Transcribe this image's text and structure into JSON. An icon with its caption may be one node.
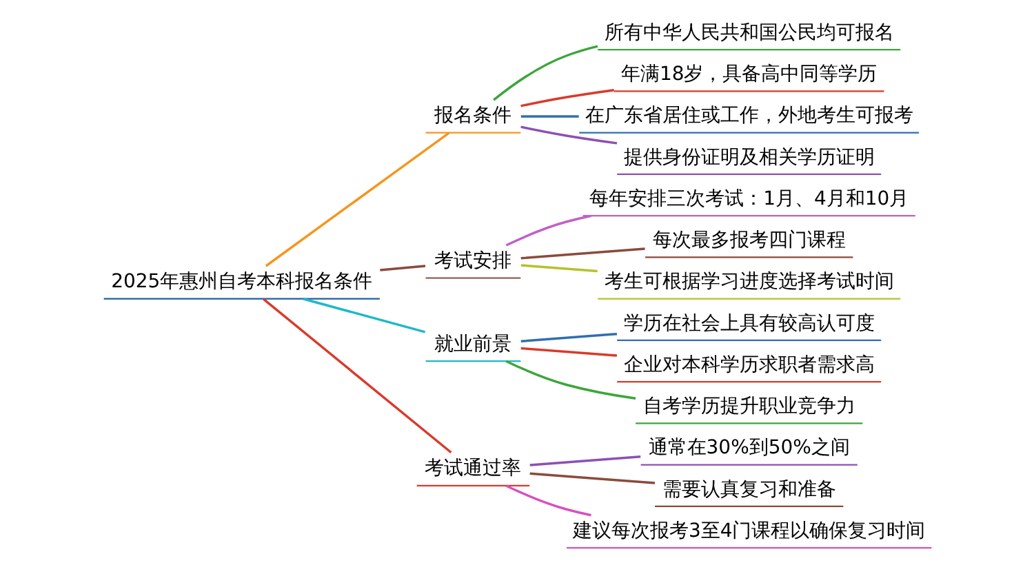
{
  "diagram": {
    "nodes": [
      {
        "text": [
          "2025年惠州自考本科报名条件"
        ]
      },
      {
        "text": [
          "报名条件"
        ]
      },
      {
        "text": [
          "所有中华人民共和国公民均可报名"
        ]
      },
      {
        "text": [
          "年满18岁，具备高中同等学历"
        ]
      },
      {
        "text": [
          "在广东省居住或工作，外地考生可报考"
        ]
      },
      {
        "text": [
          "提供身份证明及相关学历证明"
        ]
      },
      {
        "text": [
          "考试安排"
        ]
      },
      {
        "text": [
          "每年安排三次考试：1月、4月和10月"
        ]
      },
      {
        "text": [
          "每次最多报考四门课程"
        ]
      },
      {
        "text": [
          "考生可根据学习进度选择考试时间"
        ]
      },
      {
        "text": [
          "就业前景"
        ]
      },
      {
        "text": [
          "学历在社会上具有较高认可度"
        ]
      },
      {
        "text": [
          "企业对本科学历求职者需求高"
        ]
      },
      {
        "text": [
          "自考学历提升职业竞争力"
        ]
      },
      {
        "text": [
          "考试通过率"
        ]
      },
      {
        "text": [
          "通常在30%到50%之间"
        ]
      },
      {
        "text": [
          "需要认真复习和准备"
        ]
      },
      {
        "text": [
          "建议每次报考3至4门课程以确保复习时间"
        ]
      }
    ],
    "edges": [
      {
        "from": 0,
        "to": 1,
        "arrow": "none",
        "color": "#f5961e"
      },
      {
        "from": 1,
        "to": 2,
        "arrow": "none",
        "color": "#3aa63a"
      },
      {
        "from": 1,
        "to": 3,
        "arrow": "none",
        "color": "#d93a2b"
      },
      {
        "from": 1,
        "to": 4,
        "arrow": "none",
        "color": "#2f6fb0"
      },
      {
        "from": 1,
        "to": 5,
        "arrow": "none",
        "color": "#8e4fb5"
      },
      {
        "from": 0,
        "to": 6,
        "arrow": "none",
        "color": "#8b4a3c"
      },
      {
        "from": 6,
        "to": 7,
        "arrow": "none",
        "color": "#c060c8"
      },
      {
        "from": 6,
        "to": 8,
        "arrow": "none",
        "color": "#8b4a3c"
      },
      {
        "from": 6,
        "to": 9,
        "arrow": "none",
        "color": "#b5c22a"
      },
      {
        "from": 0,
        "to": 10,
        "arrow": "none",
        "color": "#1fb8c9"
      },
      {
        "from": 10,
        "to": 11,
        "arrow": "none",
        "color": "#2f6fb0"
      },
      {
        "from": 10,
        "to": 12,
        "arrow": "none",
        "color": "#d93a2b"
      },
      {
        "from": 10,
        "to": 13,
        "arrow": "none",
        "color": "#3aa63a"
      },
      {
        "from": 0,
        "to": 14,
        "arrow": "none",
        "color": "#d93a2b"
      },
      {
        "from": 14,
        "to": 15,
        "arrow": "none",
        "color": "#8e4fb5"
      },
      {
        "from": 14,
        "to": 16,
        "arrow": "none",
        "color": "#8b4a3c"
      },
      {
        "from": 14,
        "to": 17,
        "arrow": "none",
        "color": "#d94fc0"
      }
    ]
  }
}
